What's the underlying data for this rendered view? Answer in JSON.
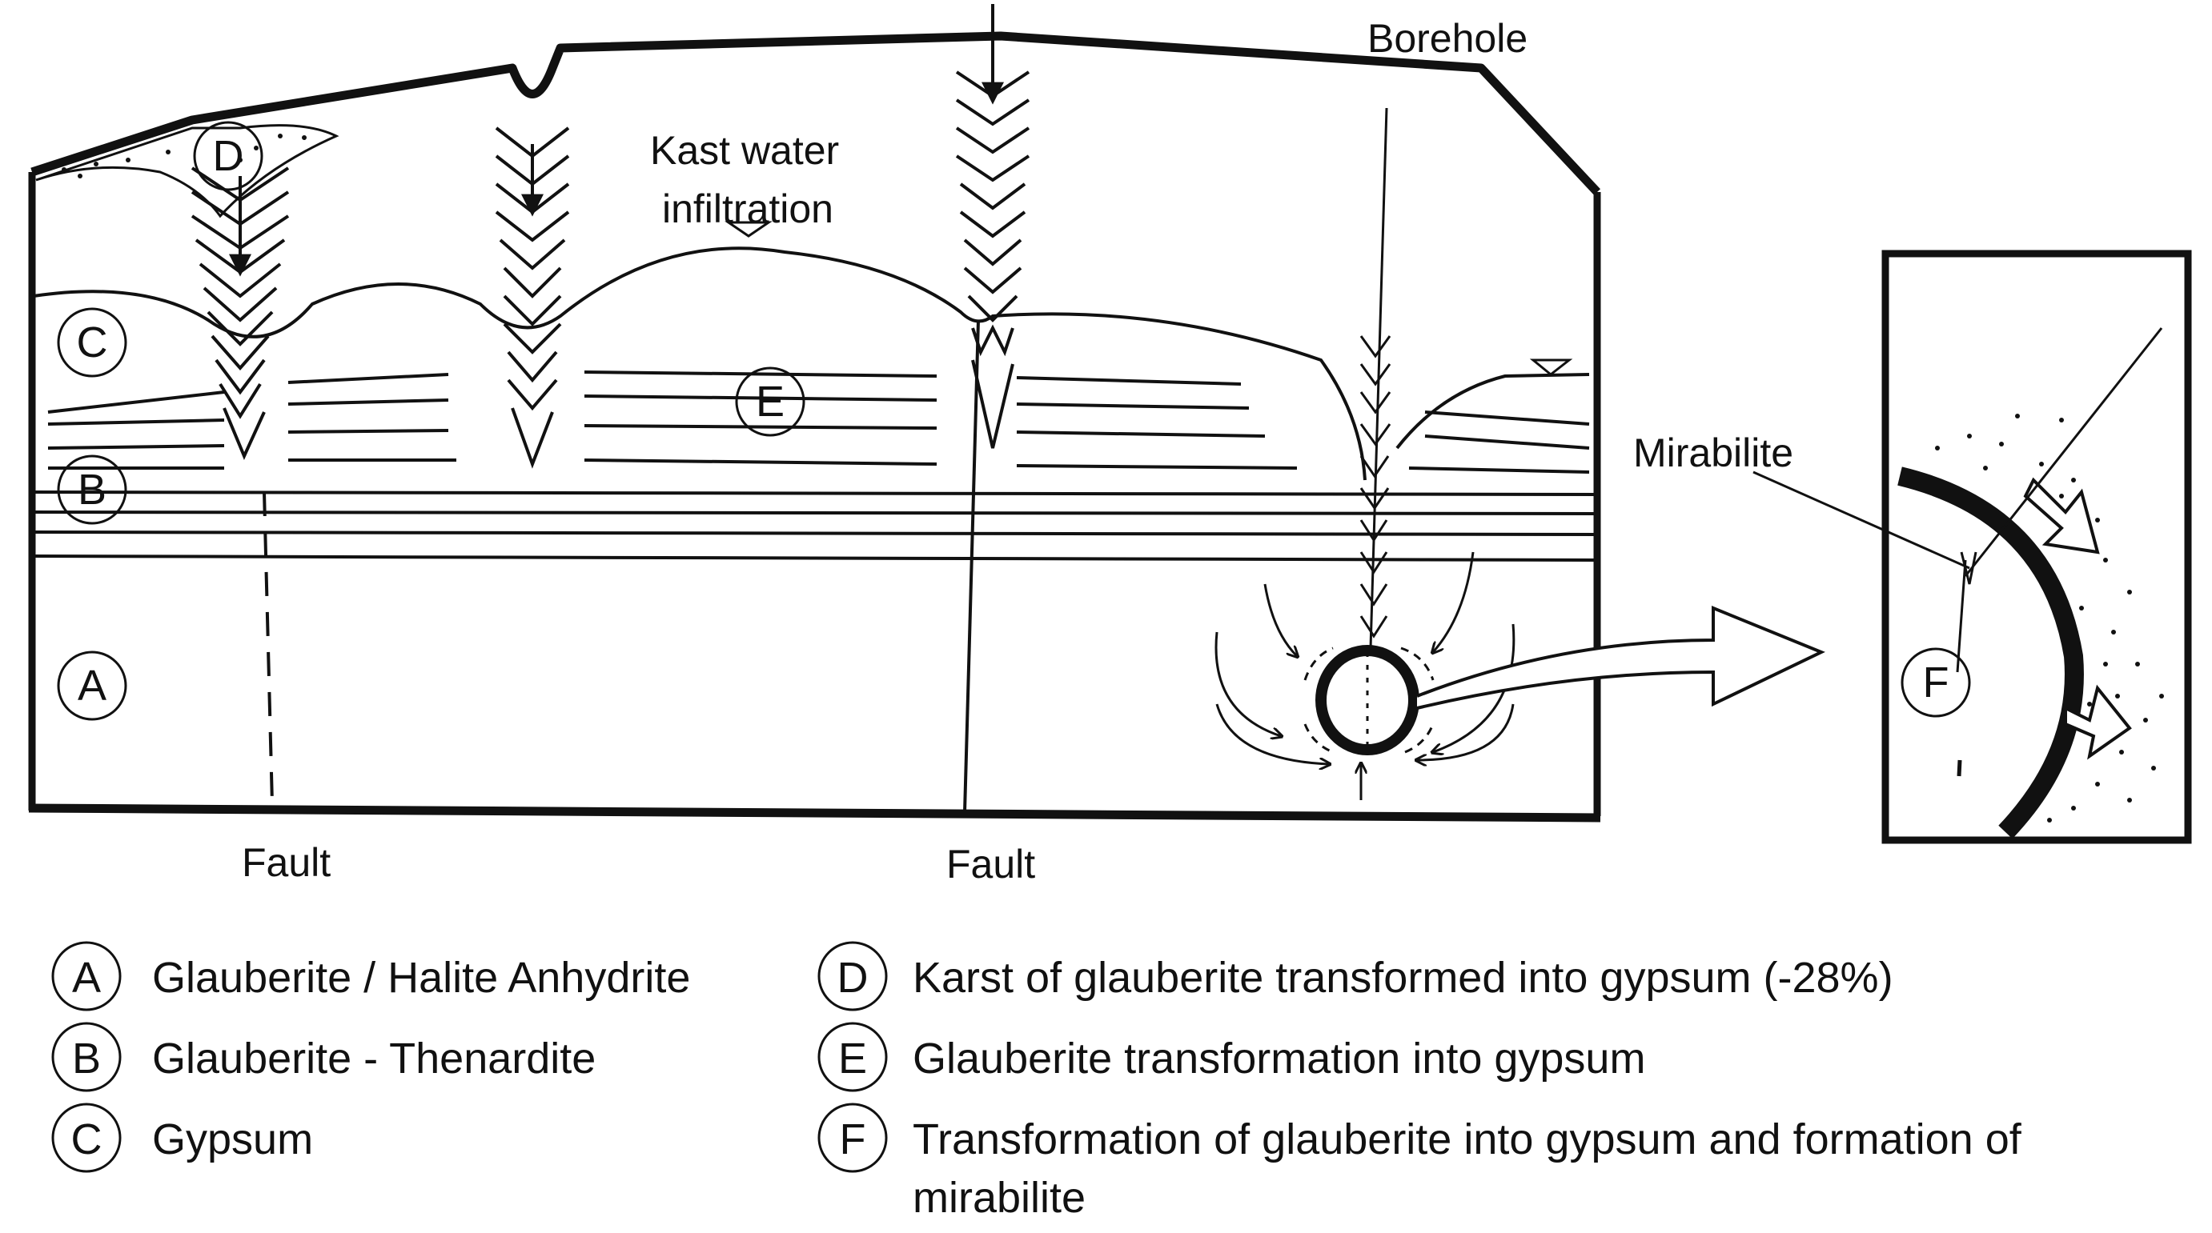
{
  "labels": {
    "borehole": "Borehole",
    "kast_line1": "Kast water",
    "kast_line2": "infiltration",
    "mirabilite": "Mirabilite",
    "fault_left": "Fault",
    "fault_right": "Fault"
  },
  "zone_markers": {
    "a": "A",
    "b": "B",
    "c": "C",
    "d": "D",
    "e": "E",
    "f": "F"
  },
  "legend": [
    {
      "key": "A",
      "text": "Glauberite / Halite Anhydrite"
    },
    {
      "key": "B",
      "text": "Glauberite - Thenardite"
    },
    {
      "key": "C",
      "text": "Gypsum"
    },
    {
      "key": "D",
      "text": "Karst of glauberite transformed into gypsum (-28%)"
    },
    {
      "key": "E",
      "text": "Glauberite transformation into gypsum"
    },
    {
      "key": "F",
      "text": "Transformation of glauberite into gypsum and formation of",
      "text2": "mirabilite"
    }
  ],
  "colors": {
    "ink": "#111111",
    "background": "#ffffff"
  }
}
